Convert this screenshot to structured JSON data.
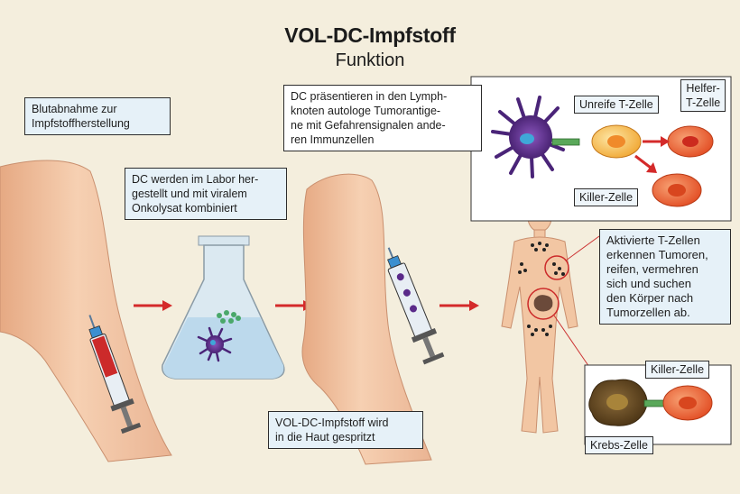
{
  "title": "VOL-DC-Impfstoff",
  "subtitle": "Funktion",
  "steps": {
    "blood": [
      "Blutabnahme zur",
      "Impfstoffherstellung"
    ],
    "lab": [
      "DC werden im Labor her-",
      "gestellt und mit viralem",
      "Onkolysat kombiniert"
    ],
    "injection": [
      "VOL-DC-Impfstoff wird",
      "in die Haut gespritzt"
    ],
    "lymph": [
      "DC präsentieren in den Lymph-",
      "knoten autologe Tumorantige-",
      "ne mit Gefahrensignalen ande-",
      "ren Immunzellen"
    ],
    "activated": [
      "Aktivierte T-Zellen",
      "erkennen Tumoren,",
      "reifen, vermehren",
      "sich und suchen",
      "den Körper nach",
      "Tumorzellen ab."
    ]
  },
  "cell_labels": {
    "immature_t": "Unreife T-Zelle",
    "helper_t": [
      "Helfer-",
      "T-Zelle"
    ],
    "killer_top": "Killer-Zelle",
    "killer_bottom": "Killer-Zelle",
    "cancer": "Krebs-Zelle"
  },
  "colors": {
    "background": "#f4eedd",
    "text_box": "#e6f1f8",
    "arrow": "#d42a2a",
    "skin": "#f2c6a3",
    "dendritic_cell": "#5a2a8a",
    "t_cell": "#f5b33a",
    "killer_cell": "#e8552a",
    "flask_liquid": "#bcd9ec"
  }
}
